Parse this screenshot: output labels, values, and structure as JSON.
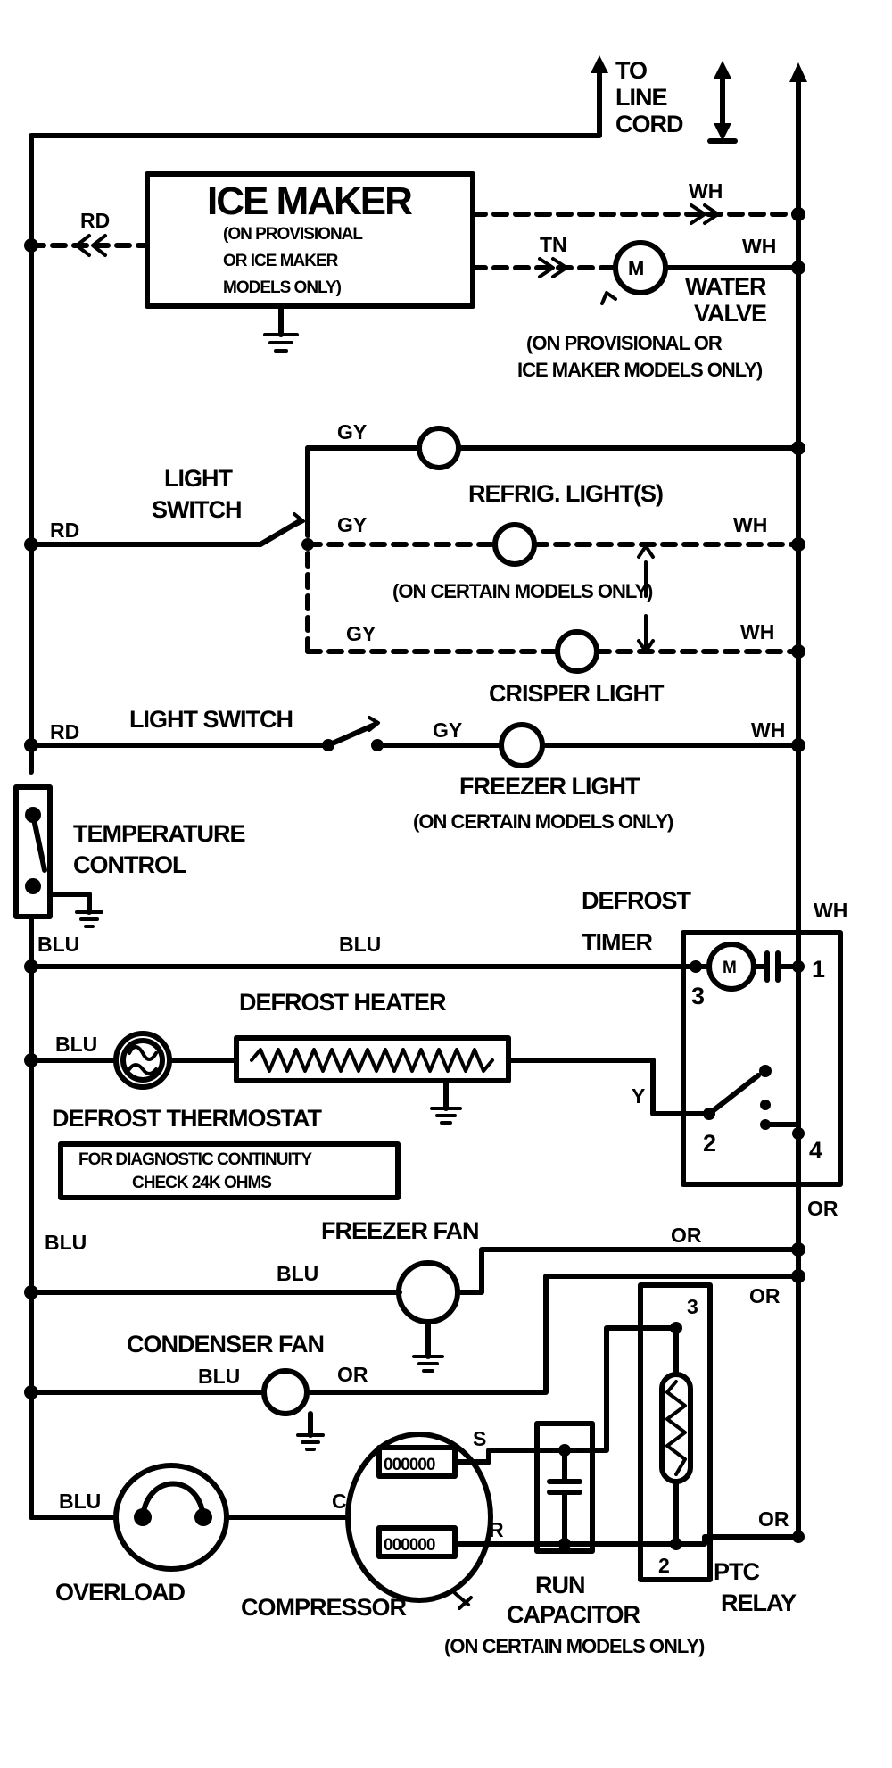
{
  "labels": {
    "to_line_cord": [
      "TO",
      "LINE",
      "CORD"
    ],
    "ice_maker_title": "ICE MAKER",
    "ice_maker_note": [
      "(ON PROVISIONAL",
      "OR ICE MAKER",
      "MODELS ONLY)"
    ],
    "water_valve": [
      "WATER",
      "VALVE"
    ],
    "water_valve_note": [
      "(ON PROVISIONAL OR",
      "ICE MAKER MODELS ONLY)"
    ],
    "light_switch_top": [
      "LIGHT",
      "SWITCH"
    ],
    "refrig_lights": "REFRIG. LIGHT(S)",
    "certain_models_1": "(ON CERTAIN MODELS ONLY)",
    "crisper_light": "CRISPER LIGHT",
    "light_switch_bottom": "LIGHT SWITCH",
    "freezer_light": "FREEZER LIGHT",
    "certain_models_2": "(ON CERTAIN MODELS ONLY)",
    "temperature_control": [
      "TEMPERATURE",
      "CONTROL"
    ],
    "defrost_timer": [
      "DEFROST",
      "TIMER"
    ],
    "defrost_heater": "DEFROST HEATER",
    "defrost_thermostat": "DEFROST THERMOSTAT",
    "diagnostic_note": [
      "FOR DIAGNOSTIC CONTINUITY",
      "CHECK 24K OHMS"
    ],
    "freezer_fan": "FREEZER FAN",
    "condenser_fan": "CONDENSER FAN",
    "overload": "OVERLOAD",
    "compressor": "COMPRESSOR",
    "compressor_windings": [
      "000000",
      "000000"
    ],
    "run_capacitor": [
      "RUN",
      "CAPACITOR"
    ],
    "certain_models_3": "(ON CERTAIN MODELS ONLY)",
    "ptc_relay": [
      "PTC",
      "RELAY"
    ],
    "timer_motor": "M"
  },
  "wire_colors": {
    "rd": "RD",
    "wh": "WH",
    "tn": "TN",
    "gy": "GY",
    "blu": "BLU",
    "y": "Y",
    "or": "OR"
  },
  "terminals": {
    "t1": "1",
    "t2": "2",
    "t3": "3",
    "t4": "4",
    "ptc3": "3",
    "ptc2": "2",
    "s": "S",
    "r": "R",
    "c": "C"
  },
  "colors": {
    "ink": "#000000",
    "paper": "#ffffff"
  }
}
